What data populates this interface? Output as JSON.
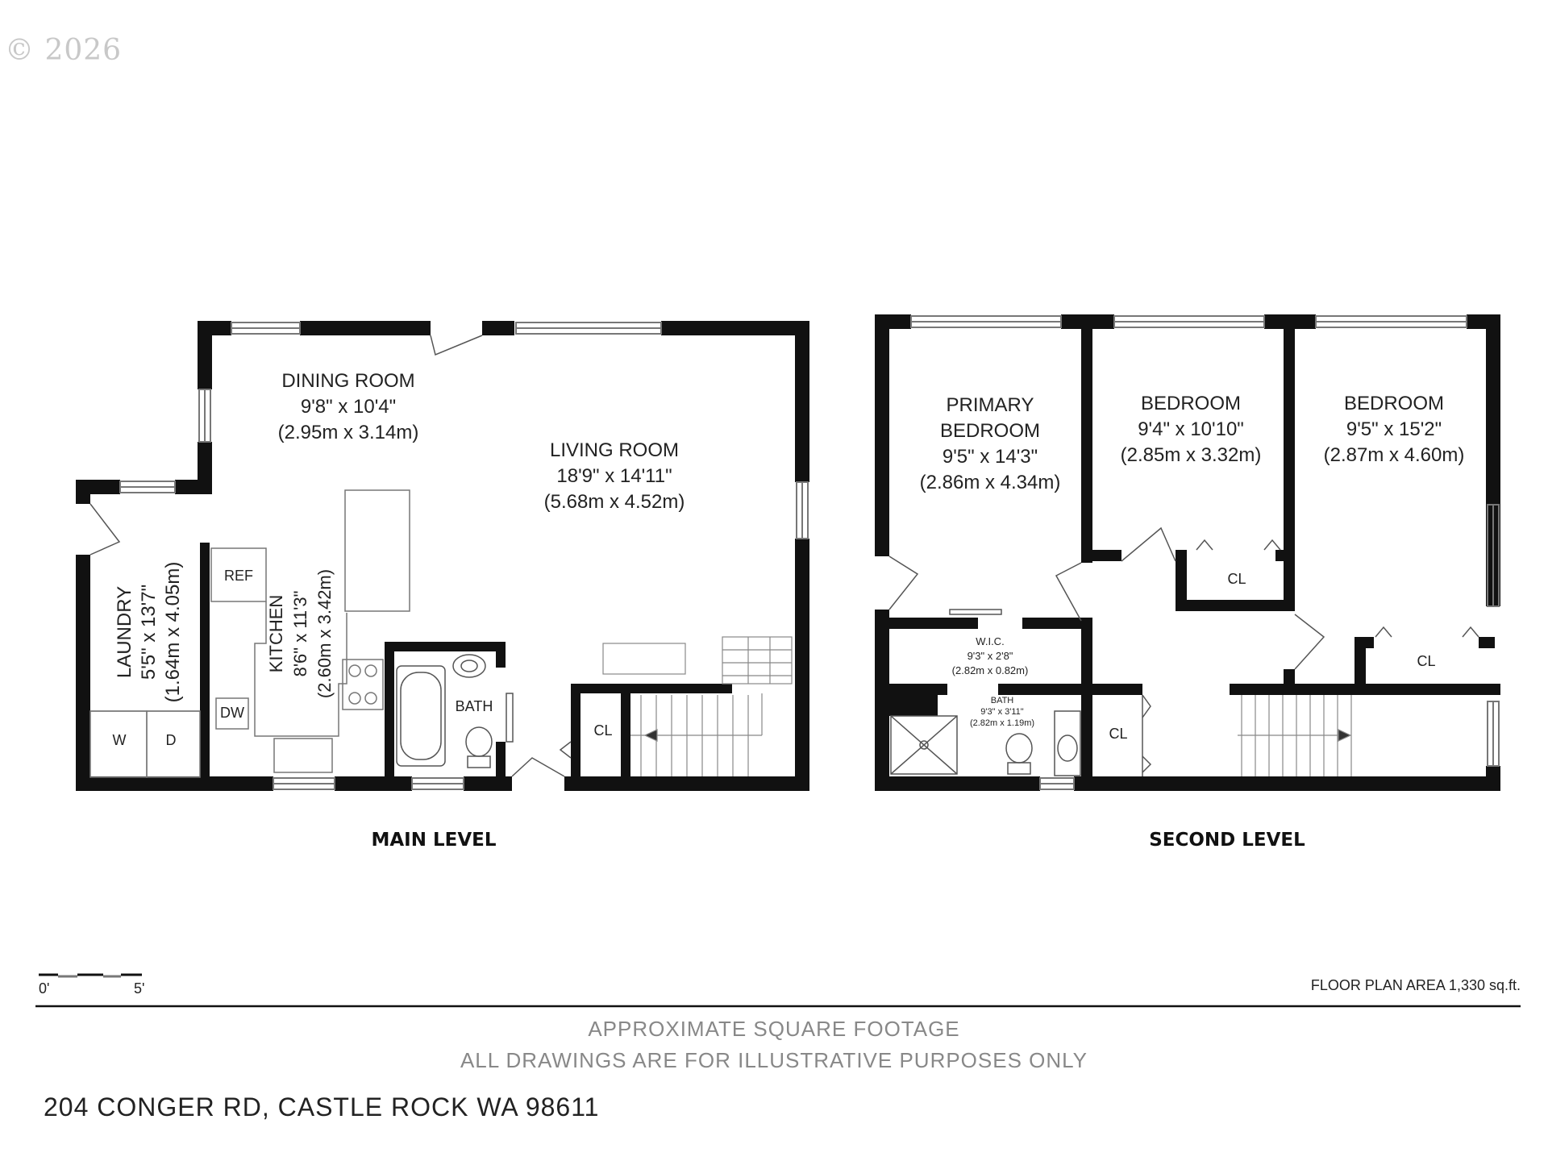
{
  "copyright": "© 2026",
  "levels": {
    "main": {
      "title": "MAIN LEVEL",
      "rooms": {
        "dining": {
          "name": "DINING ROOM",
          "dim_ft": "9'8\" x 10'4\"",
          "dim_m": "(2.95m x 3.14m)"
        },
        "living": {
          "name": "LIVING ROOM",
          "dim_ft": "18'9\" x 14'11\"",
          "dim_m": "(5.68m x 4.52m)"
        },
        "laundry": {
          "name": "LAUNDRY",
          "dim_ft": "5'5\" x 13'7\"",
          "dim_m": "(1.64m x 4.05m)"
        },
        "kitchen": {
          "name": "KITCHEN",
          "dim_ft": "8'6\" x 11'3\"",
          "dim_m": "(2.60m x 3.42m)"
        },
        "bath": {
          "name": "BATH"
        },
        "closet": {
          "name": "CL"
        }
      },
      "fixtures": {
        "ref": "REF",
        "dw": "DW",
        "washer": "W",
        "dryer": "D"
      }
    },
    "second": {
      "title": "SECOND LEVEL",
      "rooms": {
        "primary": {
          "name1": "PRIMARY",
          "name2": "BEDROOM",
          "dim_ft": "9'5\" x 14'3\"",
          "dim_m": "(2.86m x 4.34m)"
        },
        "bedroom2": {
          "name": "BEDROOM",
          "dim_ft": "9'4\" x 10'10\"",
          "dim_m": "(2.85m x 3.32m)"
        },
        "bedroom3": {
          "name": "BEDROOM",
          "dim_ft": "9'5\" x 15'2\"",
          "dim_m": "(2.87m x 4.60m)"
        },
        "wic": {
          "name": "W.I.C.",
          "dim_ft": "9'3\" x 2'8\"",
          "dim_m": "(2.82m x 0.82m)"
        },
        "bath": {
          "name": "BATH",
          "dim_ft": "9'3\" x 3'11\"",
          "dim_m": "(2.82m x 1.19m)"
        },
        "closet_bed2": {
          "name": "CL"
        },
        "closet_bed3": {
          "name": "CL"
        },
        "closet_hall": {
          "name": "CL"
        }
      }
    }
  },
  "scale": {
    "start": "0'",
    "end": "5'"
  },
  "area": "FLOOR PLAN AREA 1,330 sq.ft.",
  "disclaimer": {
    "line1": "APPROXIMATE SQUARE FOOTAGE",
    "line2": "ALL DRAWINGS ARE FOR ILLUSTRATIVE PURPOSES ONLY"
  },
  "address": "204 CONGER RD, CASTLE ROCK WA 98611"
}
